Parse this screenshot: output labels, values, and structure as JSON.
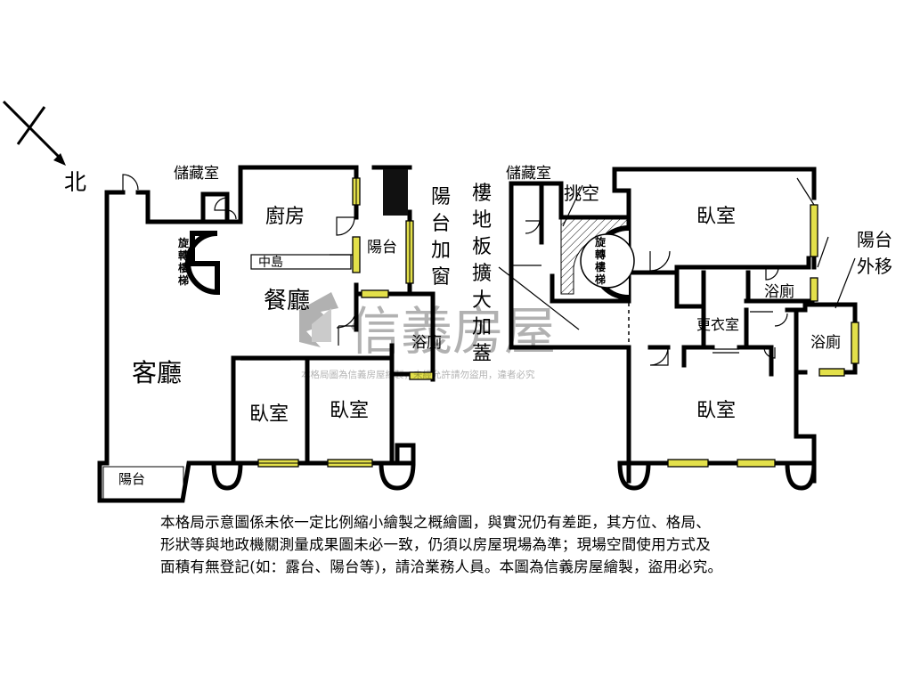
{
  "compass": {
    "north_label": "北"
  },
  "rooms": {
    "storage_left": "儲藏室",
    "kitchen": "廚房",
    "balcony_top": "陽台",
    "balcony_enclosed": [
      "陽",
      "台",
      "加",
      "窗"
    ],
    "spiral_stair": [
      "旋",
      "轉",
      "樓",
      "梯"
    ],
    "island": "中島",
    "dining": "餐廳",
    "living": "客廳",
    "bath_left": "浴廁",
    "bedroom_a": "臥室",
    "bedroom_b": "臥室",
    "balcony_bottom": "陽台",
    "floor_ext": [
      "樓",
      "地",
      "板",
      "擴",
      "大",
      "加",
      "蓋"
    ],
    "storage_right": "儲藏室",
    "void": "挑空",
    "bedroom_top_right": "臥室",
    "balcony_moved": [
      "陽台",
      "外移"
    ],
    "bath_mid": "浴廁",
    "dressing": "更衣室",
    "bath_right": "浴廁",
    "bedroom_bottom_right": "臥室"
  },
  "watermark": {
    "brand": "信義房屋",
    "caption": "本格局圖為信義房屋繪製，未經允許請勿盜用，違者必究"
  },
  "disclaimer": [
    "本格局示意圖係未依一定比例縮小繪製之概繪圖，與實況仍有差距，其方位、格局、",
    "形狀等與地政機關測量成果圖未必一致，仍須以房屋現場為準；現場空間使用方式及",
    "面積有無登記(如：露台、陽台等)，請洽業務人員。本圖為信義房屋繪製，盜用必究。"
  ]
}
